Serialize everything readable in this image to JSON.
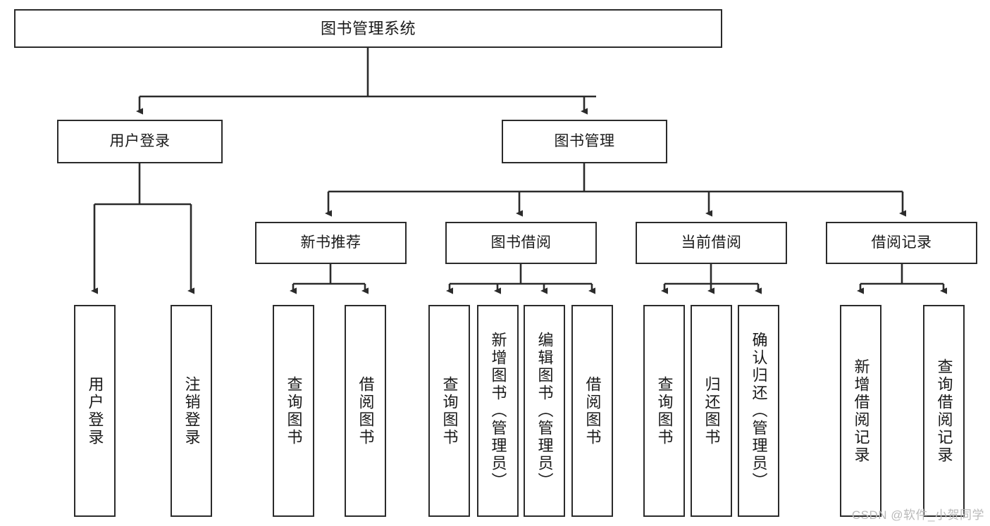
{
  "diagram": {
    "title": "图书管理系统",
    "type": "tree-hierarchy-chart",
    "orientation": "top-down",
    "colors": {
      "node_border": "#2b2b2b",
      "node_fill": "#ffffff",
      "edge": "#2b2b2b",
      "text": "#1a1a1a",
      "watermark": "#b9b9b9",
      "background": "#ffffff"
    },
    "root": {
      "label": "图书管理系统"
    },
    "level2": [
      {
        "label": "用户登录"
      },
      {
        "label": "图书管理"
      }
    ],
    "level3": [
      {
        "label": "新书推荐"
      },
      {
        "label": "图书借阅"
      },
      {
        "label": "当前借阅"
      },
      {
        "label": "借阅记录"
      }
    ],
    "leaves": {
      "user_login": [
        {
          "label": "用户登录"
        },
        {
          "label": "注销登录"
        }
      ],
      "new_book_recommend": [
        {
          "label": "查询图书"
        },
        {
          "label": "借阅图书"
        }
      ],
      "book_borrow": [
        {
          "label": "查询图书"
        },
        {
          "label": "新增图书（管理员）"
        },
        {
          "label": "编辑图书（管理员）"
        },
        {
          "label": "借阅图书"
        }
      ],
      "current_borrow": [
        {
          "label": "查询图书"
        },
        {
          "label": "归还图书"
        },
        {
          "label": "确认归还（管理员）"
        }
      ],
      "borrow_record": [
        {
          "label": "新增借阅记录"
        },
        {
          "label": "查询借阅记录"
        }
      ]
    }
  },
  "watermark": {
    "text": "CSDN @软件_小贺同学"
  }
}
